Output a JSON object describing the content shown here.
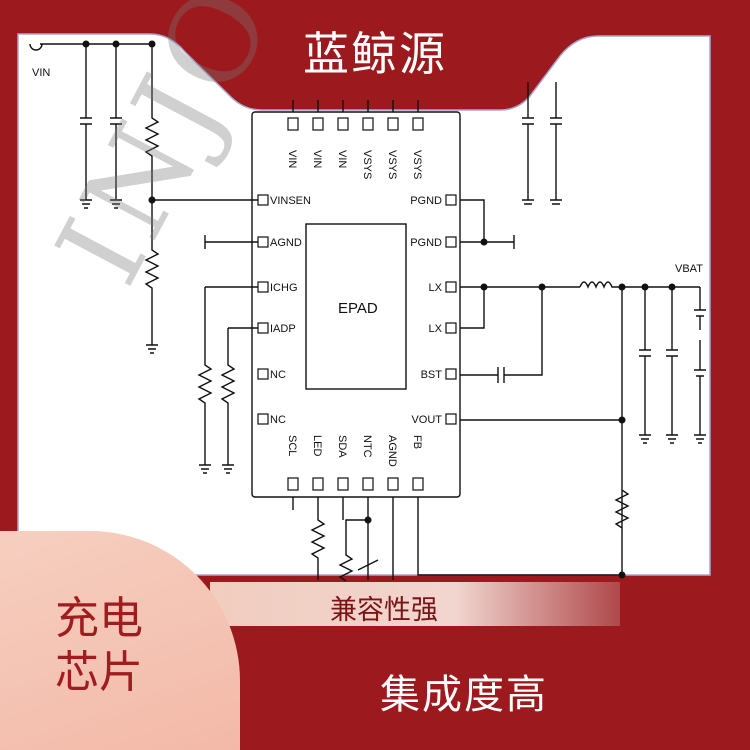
{
  "brand": "蓝鲸源",
  "watermark": "INJO",
  "badge_text": "充电芯片",
  "tagline": "兼容性强",
  "feature": "集成度高",
  "colors": {
    "frame": "#9c1a1e",
    "accent": "#f3b9a8",
    "panel": "#ffffff"
  },
  "schematic": {
    "center_label": "EPAD",
    "vin_label": "VIN",
    "vbat_label": "VBAT",
    "top_pins": [
      "VIN",
      "VIN",
      "VIN",
      "VSYS",
      "VSYS",
      "VSYS"
    ],
    "left_pins": [
      "VINSEN",
      "AGND",
      "ICHG",
      "IADP",
      "NC",
      "NC"
    ],
    "right_pins": [
      "PGND",
      "PGND",
      "LX",
      "LX",
      "BST",
      "VOUT"
    ],
    "bottom_pins": [
      "SCL",
      "LED",
      "SDA",
      "NTC",
      "AGND",
      "FB"
    ]
  }
}
